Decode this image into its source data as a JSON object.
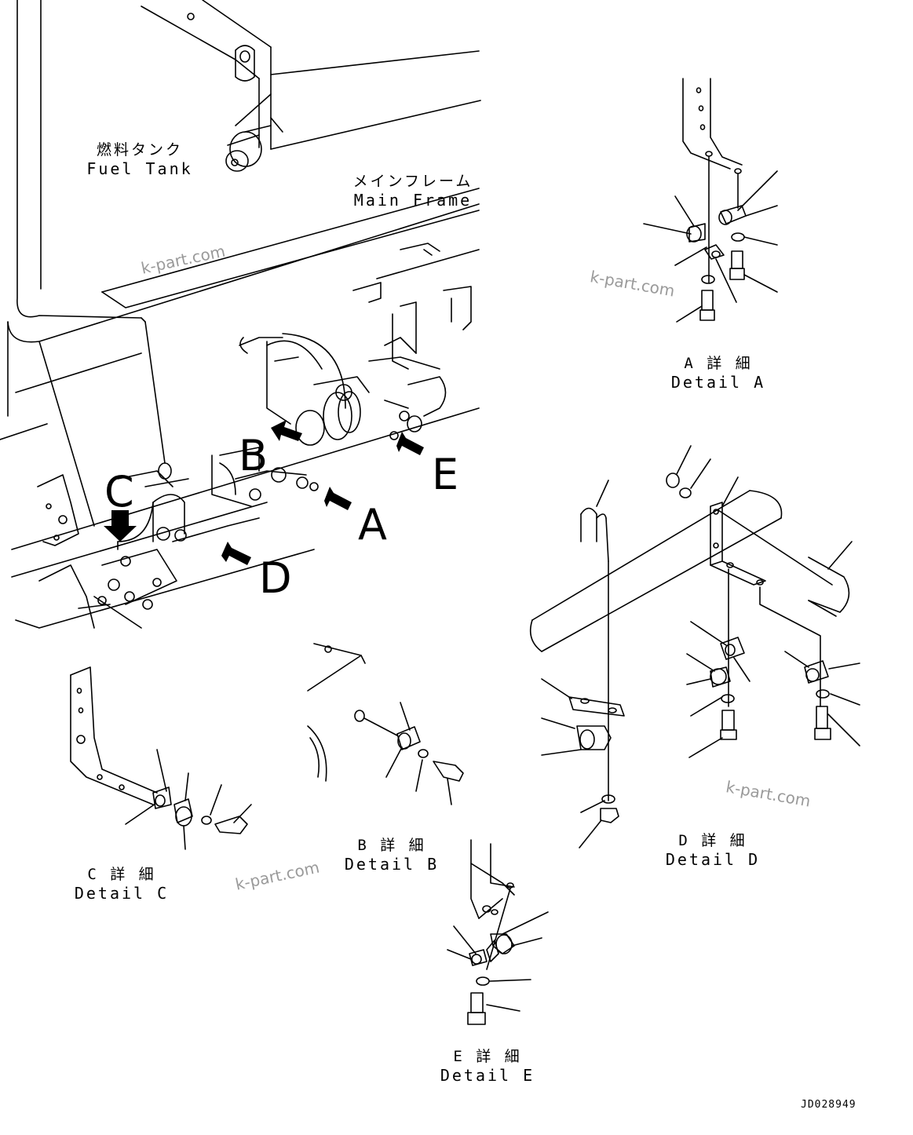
{
  "labels": {
    "fuel_tank_jp": "燃料タンク",
    "fuel_tank_en": "Fuel Tank",
    "main_frame_jp": "メインフレーム",
    "main_frame_en": "Main Frame",
    "detail_a_jp": "A 詳 細",
    "detail_a_en": "Detail A",
    "detail_b_jp": "B 詳 細",
    "detail_b_en": "Detail B",
    "detail_c_jp": "C 詳 細",
    "detail_c_en": "Detail C",
    "detail_d_jp": "D 詳 細",
    "detail_d_en": "Detail D",
    "detail_e_jp": "E 詳 細",
    "detail_e_en": "Detail E"
  },
  "view_letters": {
    "a": "A",
    "b": "B",
    "c": "C",
    "d": "D",
    "e": "E"
  },
  "watermark": "k-part.com",
  "drawing_code": "JD028949",
  "icons": {
    "view_arrow": "arrow-icon"
  },
  "colors": {
    "line": "#000000",
    "watermark": "#9a9a9a",
    "background": "#ffffff"
  }
}
